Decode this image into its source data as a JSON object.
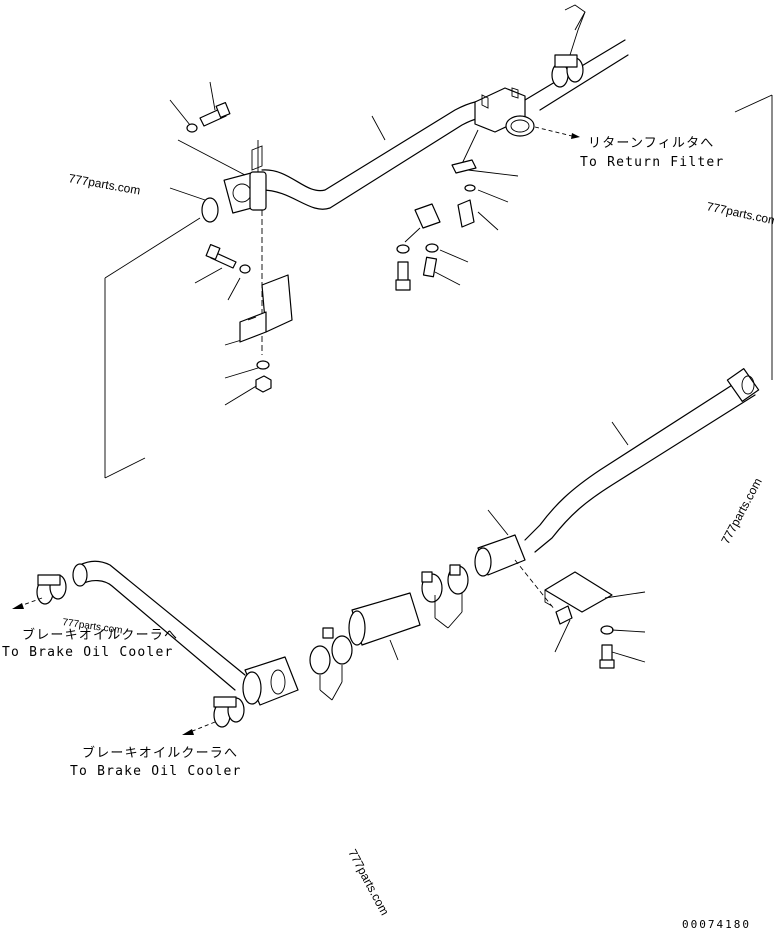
{
  "labels": {
    "return_filter_jp": "リターンフィルタへ",
    "return_filter_en": "To Return Filter",
    "brake_cooler_left_jp": "ブレーキオイルクーラへ",
    "brake_cooler_left_en": "To Brake Oil Cooler",
    "brake_cooler_bottom_jp": "ブレーキオイルクーラへ",
    "brake_cooler_bottom_en": "To Brake Oil Cooler"
  },
  "watermarks": {
    "top_left": "777parts.com",
    "right_top": "777parts.com",
    "right_mid": "777parts.com",
    "left_mid": "777parts.com",
    "bottom": "777parts.com"
  },
  "drawing_code": "00074180"
}
